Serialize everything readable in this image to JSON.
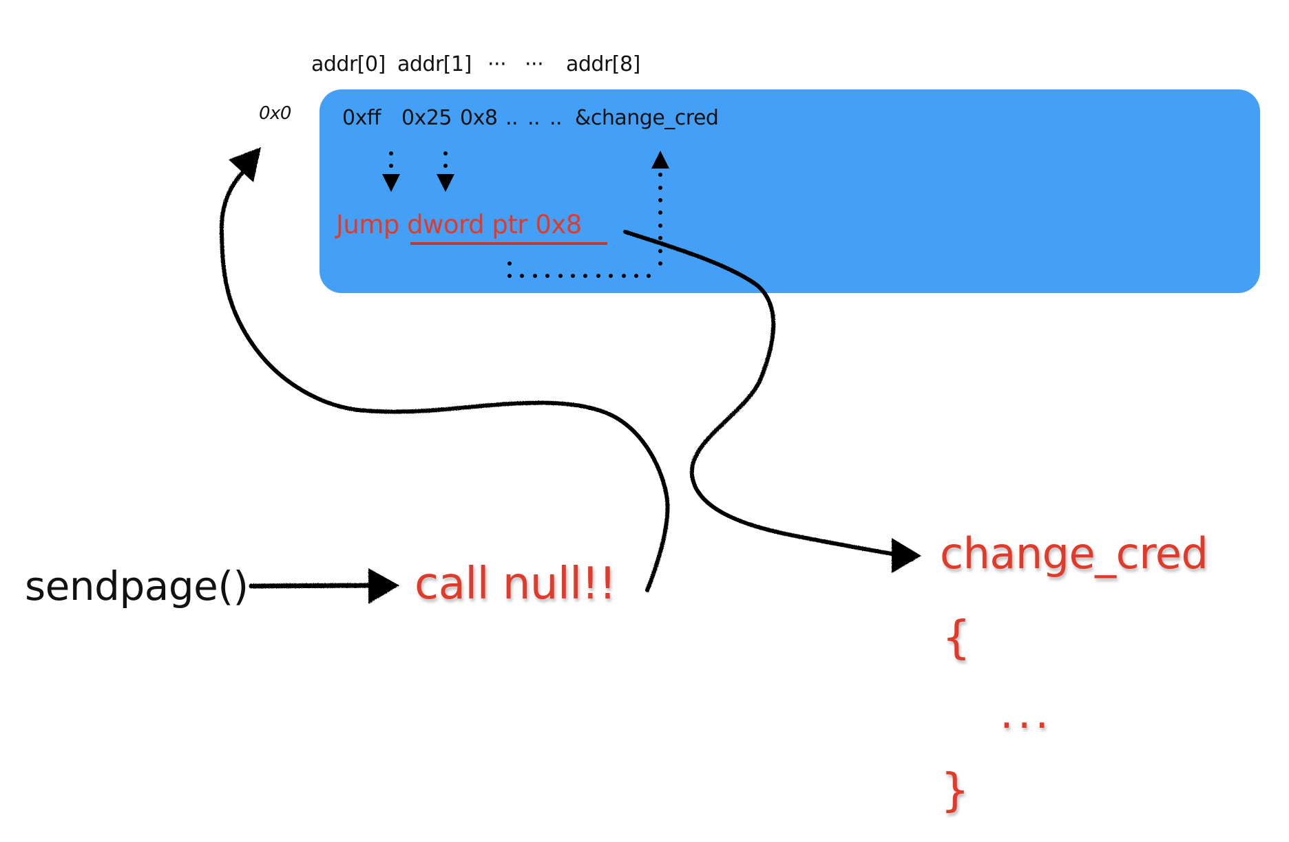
{
  "memory": {
    "header_labels": [
      "addr[0]",
      "addr[1]",
      "···",
      "···",
      "addr[8]"
    ],
    "base_address": "0x0",
    "bytes": [
      "0xff",
      "0x25",
      "0x8",
      "..",
      "..",
      "..",
      "&change_cred"
    ],
    "instruction_prefix": "Jump",
    "instruction_operand": "dword ptr 0x8",
    "box_color": "#44A0F7"
  },
  "flow": {
    "caller": "sendpage()",
    "fault": "call null!!",
    "target_function": "change_cred",
    "body_open": "{",
    "body_ellipsis": "...",
    "body_close": "}"
  },
  "colors": {
    "accent_red": "#E03A2A",
    "underline_red": "#C0392B",
    "ink": "#111111"
  }
}
